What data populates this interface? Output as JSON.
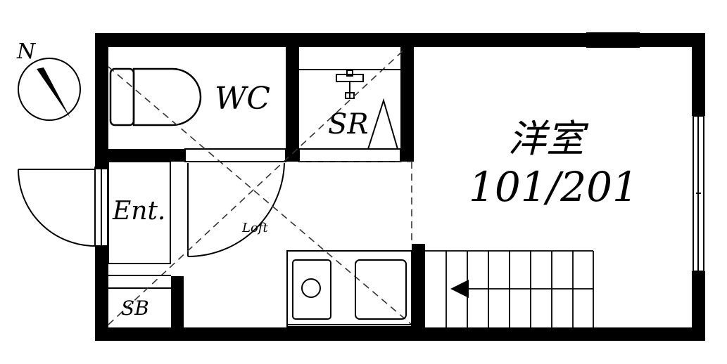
{
  "compass": {
    "label": "N"
  },
  "rooms": {
    "wc": "WC",
    "sr": "SR",
    "ent": "Ent.",
    "sb": "SB",
    "loft": "Loft",
    "main_name": "洋室",
    "main_number": "101/201"
  },
  "colors": {
    "ink": "#000000",
    "paper": "#ffffff",
    "hatch": "#666666"
  }
}
